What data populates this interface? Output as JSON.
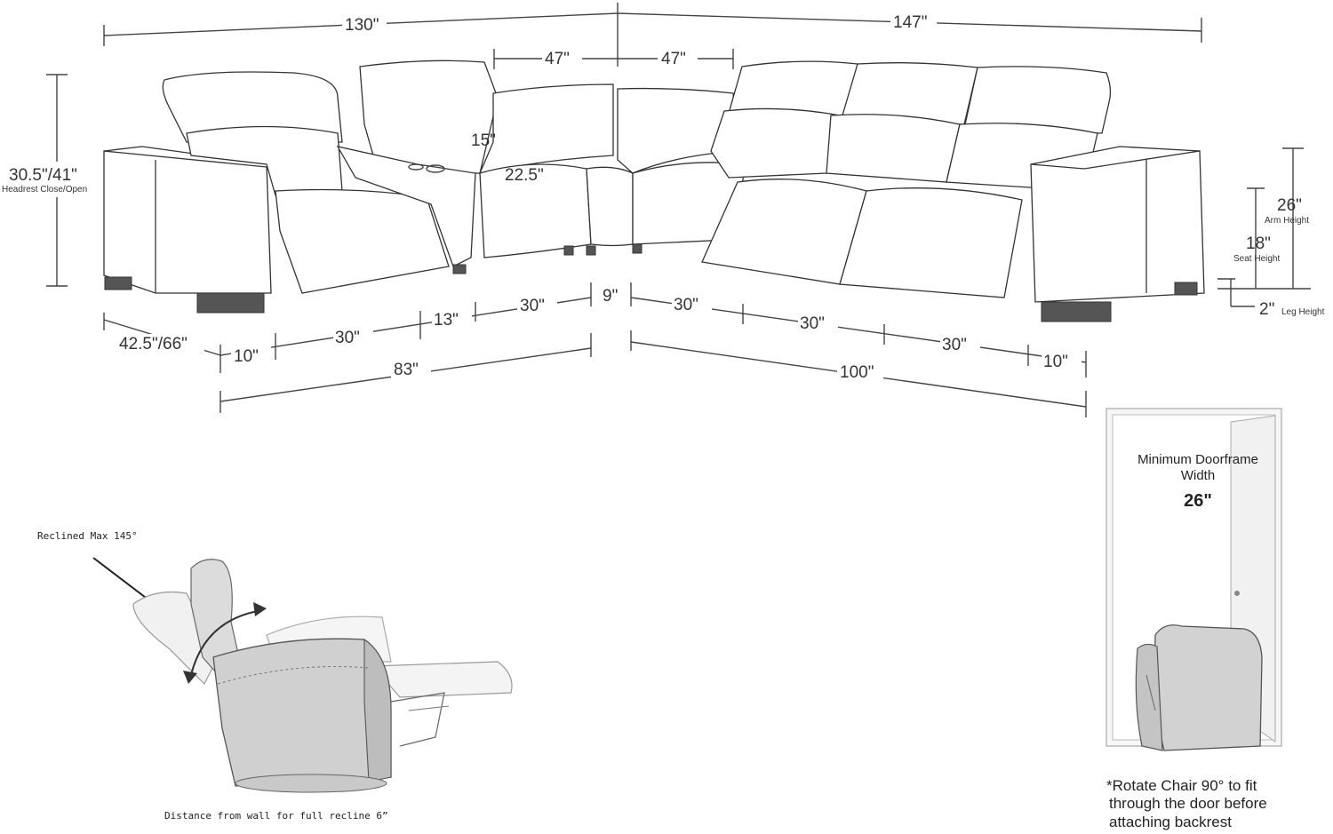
{
  "overall": {
    "left_width": "130\"",
    "right_width": "147\"",
    "height": "30.5\"/41\"",
    "height_note": "Headrest Close/Open",
    "depth": "42.5\"/66\""
  },
  "top_back": {
    "left": "47\"",
    "right": "47\""
  },
  "wedge": {
    "back": "15\"",
    "seat": "22.5\""
  },
  "side": {
    "arm": "26\"",
    "arm_label": "Arm Height",
    "seat": "18\"",
    "seat_label": "Seat Height",
    "leg": "2\"",
    "leg_label": "Leg Height"
  },
  "bottom_left": {
    "arm": "10\"",
    "seat": "30\"",
    "console": "13\"",
    "wedge": "30\"",
    "total": "83\""
  },
  "corner": "9\"",
  "bottom_right": {
    "seat1": "30\"",
    "seat2": "30\"",
    "seat3": "30\"",
    "arm": "10\"",
    "total": "100\""
  },
  "recliner": {
    "angle": "Reclined Max 145°",
    "distance": "Distance from wall for full recline 6”"
  },
  "door": {
    "title_line1": "Minimum Doorframe",
    "title_line2": "Width",
    "width": "26\"",
    "note_line1": "*Rotate Chair 90° to fit",
    "note_line2": "through the door before",
    "note_line3": "attaching backrest"
  }
}
